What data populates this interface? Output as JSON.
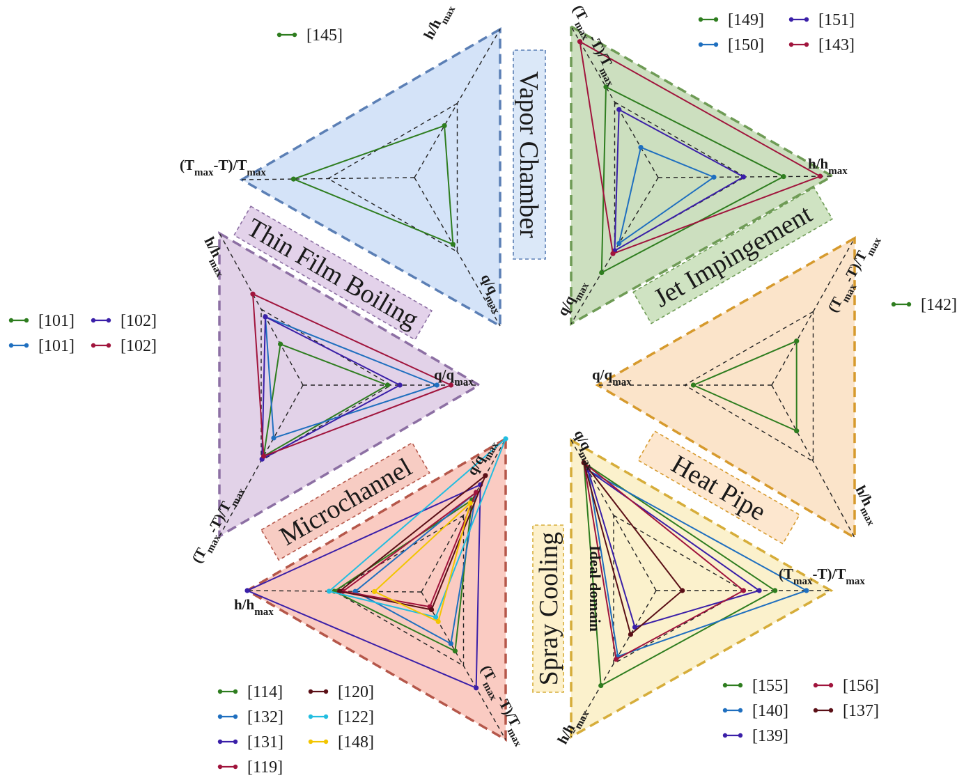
{
  "chart_data": [
    {
      "type": "radar",
      "title": "Vapor Chamber",
      "fill": "#cfe0f7",
      "stroke": "#5b7fb5",
      "title_box": "#dbe8f8",
      "axes": [
        "h/hmax",
        "(Tmax-T)/Tmax",
        "q/qmax"
      ],
      "series": [
        {
          "name": "[145]",
          "color": "#2e7d1f",
          "values": [
            0.35,
            0.7,
            0.45
          ]
        }
      ]
    },
    {
      "type": "radar",
      "title": "Jet Impingement",
      "fill": "#c6dcb8",
      "stroke": "#6e9b55",
      "title_box": "#cfe3c2",
      "axes": [
        "(Tmax-T)/Tmax",
        "h/hmax",
        "q/qmax"
      ],
      "series": [
        {
          "name": "[149]",
          "color": "#2e7d1f",
          "values": [
            0.6,
            0.72,
            0.65
          ]
        },
        {
          "name": "[150]",
          "color": "#1f6fbf",
          "values": [
            0.2,
            0.32,
            0.45
          ]
        },
        {
          "name": "[151]",
          "color": "#3a1fa8",
          "values": [
            0.45,
            0.49,
            0.5
          ]
        },
        {
          "name": "[143]",
          "color": "#a0143c",
          "values": [
            0.9,
            0.93,
            0.52
          ]
        }
      ]
    },
    {
      "type": "radar",
      "title": "Heat Pipe",
      "fill": "#fbe1c4",
      "stroke": "#d69a2d",
      "title_box": "#fde7cf",
      "axes": [
        "(Tmax-T)/Tmax",
        "q/qmax",
        "h/hmax"
      ],
      "series": [
        {
          "name": "[142]",
          "color": "#2e7d1f",
          "values": [
            0.3,
            0.45,
            0.3
          ]
        }
      ]
    },
    {
      "type": "radar",
      "title": "Spray Cooling",
      "annotation": "Ideal domain",
      "fill": "#fbefc7",
      "stroke": "#d6ad3a",
      "title_box": "#fdf1cc",
      "axes": [
        "q/qmax",
        "(Tmax-T)/Tmax",
        "h/hmax"
      ],
      "series": [
        {
          "name": "[155]",
          "color": "#2e7d1f",
          "values": [
            0.85,
            0.68,
            0.65
          ]
        },
        {
          "name": "[140]",
          "color": "#1f6fbf",
          "values": [
            0.8,
            0.86,
            0.45
          ]
        },
        {
          "name": "[139]",
          "color": "#3a1fa8",
          "values": [
            0.8,
            0.59,
            0.25
          ]
        },
        {
          "name": "[156]",
          "color": "#a0143c",
          "values": [
            0.85,
            0.5,
            0.47
          ]
        },
        {
          "name": "[137]",
          "color": "#5a0f16",
          "values": [
            0.85,
            0.15,
            0.3
          ]
        }
      ]
    },
    {
      "type": "radar",
      "title": "Microchannel",
      "fill": "#f9c5bb",
      "stroke": "#b5574a",
      "title_box": "#f7ccc3",
      "axes": [
        "q/qmax",
        "h/hmax",
        "(Tmax-T)/Tmax"
      ],
      "series": [
        {
          "name": "[114]",
          "color": "#2e7d1f",
          "values": [
            0.6,
            0.5,
            0.4
          ]
        },
        {
          "name": "[132]",
          "color": "#1f6fbf",
          "values": [
            0.65,
            0.38,
            0.35
          ]
        },
        {
          "name": "[131]",
          "color": "#3a1fa8",
          "values": [
            0.7,
            1.0,
            0.65
          ]
        },
        {
          "name": "[119]",
          "color": "#a0143c",
          "values": [
            0.65,
            0.45,
            0.1
          ]
        },
        {
          "name": "[120]",
          "color": "#5a0f16",
          "values": [
            0.76,
            0.47,
            0.12
          ]
        },
        {
          "name": "[122]",
          "color": "#22bde0",
          "values": [
            1.0,
            0.53,
            0.17
          ]
        },
        {
          "name": "[148]",
          "color": "#f2c500",
          "values": [
            0.58,
            0.27,
            0.2
          ]
        }
      ]
    },
    {
      "type": "radar",
      "title": "Thin Film Boiling",
      "fill": "#dfcde6",
      "stroke": "#8c6fa3",
      "title_box": "#e3d2ea",
      "axes": [
        "h/hmax",
        "q/qmax",
        "(Tmax-T)/Tmax"
      ],
      "series": [
        {
          "name": "[101]",
          "color": "#2e7d1f",
          "values": [
            0.27,
            0.48,
            0.47
          ]
        },
        {
          "name": "[101]",
          "color": "#1f6fbf",
          "values": [
            0.45,
            0.76,
            0.35
          ]
        },
        {
          "name": "[102]",
          "color": "#3a1fa8",
          "values": [
            0.45,
            0.55,
            0.49
          ]
        },
        {
          "name": "[102]",
          "color": "#a0143c",
          "values": [
            0.6,
            0.84,
            0.47
          ]
        }
      ]
    }
  ]
}
